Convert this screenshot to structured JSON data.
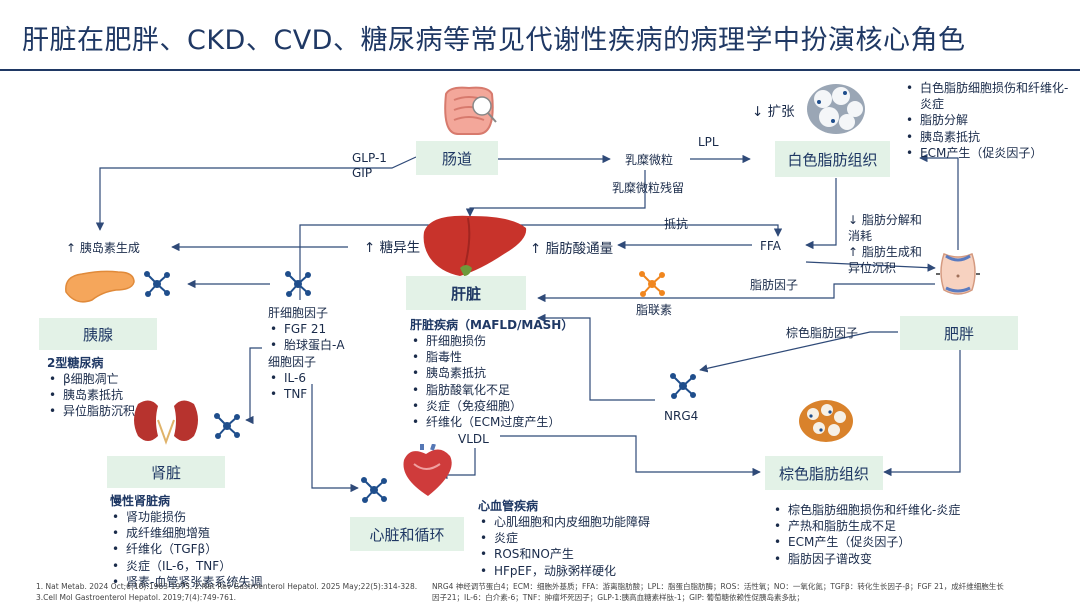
{
  "title": "肝脏在肥胖、CKD、CVD、糖尿病等常见代谢性疾病的病理学中扮演核心角色",
  "boxes": {
    "intestine": "肠道",
    "white_fat": "白色脂肪组织",
    "liver": "肝脏",
    "pancreas": "胰腺",
    "kidney": "肾脏",
    "heart": "心脏和循环",
    "obesity": "肥胖",
    "brown_fat": "棕色脂肪组织"
  },
  "labels": {
    "glp1": "GLP-1",
    "gip": "GIP",
    "chylomicron": "乳糜微粒",
    "lpl": "LPL",
    "chylo_remnant": "乳糜微粒残留",
    "resist": "抵抗",
    "ffa": "FFA",
    "insulin_gen": "↑ 胰岛素生成",
    "gluconeo": "↑ 糖异生",
    "fa_flux": "↑ 脂肪酸通量",
    "adipokine": "脂肪因子",
    "adiponectin": "脂联素",
    "brown_adipokine": "棕色脂肪因子",
    "nrg4": "NRG4",
    "vldl": "VLDL",
    "expand": "↓ 扩张",
    "lipolysis_down": "↓ 脂肪分解和消耗",
    "lipogenesis_up": "↑ 脂肪生成和异位沉积",
    "hepatokine": "肝细胞因子",
    "cytokine": "细胞因子"
  },
  "white_fat_list": [
    "白色脂肪细胞损伤和纤维化-炎症",
    "脂肪分解",
    "胰岛素抵抗",
    "ECM产生（促炎因子）"
  ],
  "hepatokine_list": [
    "FGF 21",
    "胎球蛋白-A"
  ],
  "cytokine_list": [
    "IL-6",
    "TNF"
  ],
  "liver_disease": {
    "head": "肝脏疾病（MAFLD/MASH）",
    "items": [
      "肝细胞损伤",
      "脂毒性",
      "胰岛素抵抗",
      "脂肪酸氧化不足",
      "炎症（免疫细胞）",
      "纤维化（ECM过度产生）"
    ]
  },
  "diabetes": {
    "head": "2型糖尿病",
    "items": [
      "β细胞凋亡",
      "胰岛素抵抗",
      "异位脂肪沉积"
    ]
  },
  "ckd": {
    "head": "慢性肾脏病",
    "items": [
      "肾功能损伤",
      "成纤维细胞增殖",
      "纤维化（TGFβ）",
      "炎症（IL-6，TNF）",
      "肾素-血管紧张素系统失调"
    ]
  },
  "cvd": {
    "head": "心血管疾病",
    "items": [
      "心肌细胞和内皮细胞功能障碍",
      "炎症",
      "ROS和NO产生",
      "HFpEF，动脉粥样硬化"
    ]
  },
  "brown_fat_list": [
    "棕色脂肪细胞损伤和纤维化-炎症",
    "产热和脂肪生成不足",
    "ECM产生（促炎因子）",
    "脂肪因子谱改变"
  ],
  "footnotes": {
    "refs_1": "1. Nat Metab. 2024 Oct;6(10):1963-1975. 2.Nat Rev Gastroenterol Hepatol. 2025 May;22(5):314-328.",
    "refs_2": "3.Cell Mol Gastroenterol Hepatol. 2019;7(4):749-761.",
    "abbr_1": "NRG4 神经调节蛋白4；ECM：细胞外基质；FFA：游离脂肪酸；LPL：脂蛋白脂肪酶；ROS：活性氧；NO：一氧化氮；TGFβ：转化生长因子-β；FGF 21，成纤维细胞生长",
    "abbr_2": "因子21；IL-6：白介素-6；TNF：肿瘤坏死因子；GLP-1:胰高血糖素样肽-1；GIP: 葡萄糖依赖性促胰岛素多肽；"
  },
  "colors": {
    "title": "#1f3864",
    "box_fill": "#e3f2e7",
    "line": "#2f4a78",
    "network_blue": "#1f4e8c",
    "network_orange": "#f0861f",
    "liver": "#c8332b"
  }
}
